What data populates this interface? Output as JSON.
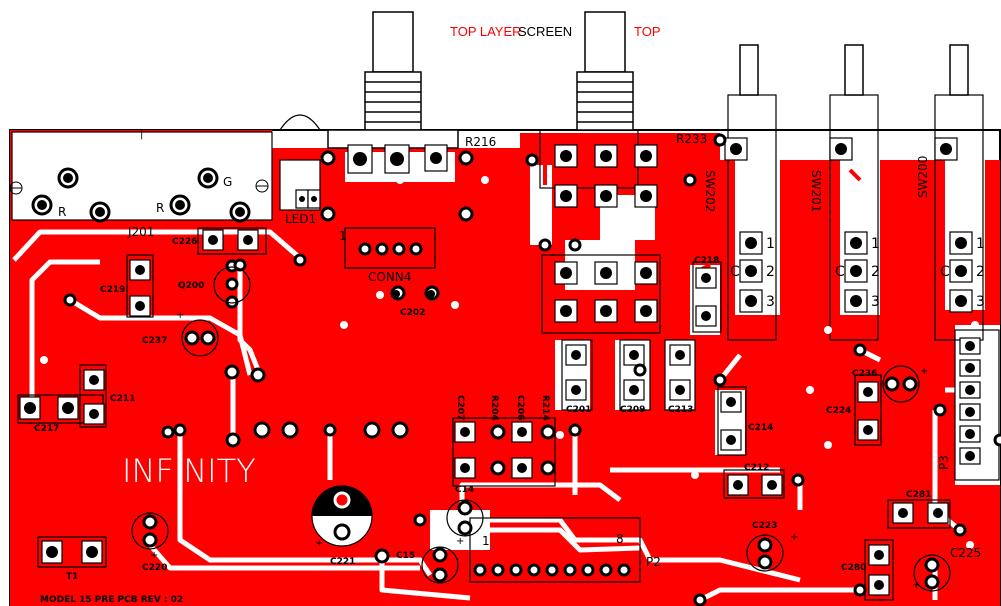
{
  "view": {
    "layer_label": "TOP LAYER",
    "screen_label": "SCREEN",
    "top_label": "TOP"
  },
  "board": {
    "title": "INFINITY",
    "footer": "MODEL 15 PRE PCB REV : 02"
  },
  "components": {
    "r216": "R216",
    "r233": "R233",
    "sw202": "SW202",
    "sw201": "SW201",
    "sw200": "SW200",
    "j201": "J201",
    "led1": "LED1",
    "conn4": "CONN4",
    "conn4_pin": "1",
    "c226": "C226",
    "q200": "Q200",
    "c219": "C219",
    "c237": "C237",
    "c202": "C202",
    "c218": "C218",
    "c211": "C211",
    "c217": "C217",
    "c207": "C207",
    "r204": "R204",
    "c206": "C206",
    "r214": "R214",
    "c201": "C201",
    "c209": "C209",
    "c213": "C213",
    "c214": "C214",
    "c212": "C212",
    "c236": "C236",
    "c224": "C224",
    "p3": "P3",
    "c281": "C281",
    "c14": "C14",
    "c15": "C15",
    "c221": "C221",
    "c220": "C220",
    "t1": "T1",
    "p2": "P2",
    "p2_pin1": "1",
    "p2_pin8": "8",
    "c223": "C223",
    "c280": "C280",
    "c225": "C225",
    "jack_r1": "R",
    "jack_r2": "R",
    "jack_g": "G"
  },
  "switch_pins": {
    "one": "1",
    "two": "2",
    "three": "3",
    "common": "C"
  },
  "colors": {
    "copper": "#ff0000",
    "silk": "#000000",
    "pad": "#ffffff",
    "background": "#ffffff"
  }
}
